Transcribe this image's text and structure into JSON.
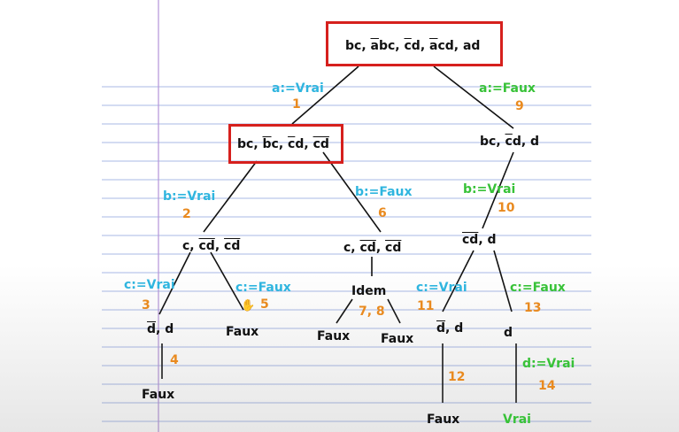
{
  "tree": {
    "root": {
      "parts": [
        {
          "t": "bc, "
        },
        {
          "t": "a",
          "o": true
        },
        {
          "t": "bc, "
        },
        {
          "t": "c",
          "o": true
        },
        {
          "t": "d, "
        },
        {
          "t": "a",
          "o": true
        },
        {
          "t": "cd, ad"
        }
      ]
    },
    "n_left": {
      "parts": [
        {
          "t": "bc, "
        },
        {
          "t": "b",
          "o": true
        },
        {
          "t": "c, "
        },
        {
          "t": "c",
          "o": true
        },
        {
          "t": "d, "
        },
        {
          "t": "cd",
          "o": true
        }
      ]
    },
    "n_right": {
      "parts": [
        {
          "t": "bc, "
        },
        {
          "t": "c",
          "o": true
        },
        {
          "t": "d, d"
        }
      ]
    },
    "n_ll": {
      "parts": [
        {
          "t": "c, "
        },
        {
          "t": "cd",
          "o": true
        },
        {
          "t": ", "
        },
        {
          "t": "cd",
          "o": true
        }
      ]
    },
    "n_lr": {
      "parts": [
        {
          "t": "c, "
        },
        {
          "t": "cd",
          "o": true
        },
        {
          "t": ", "
        },
        {
          "t": "cd",
          "o": true
        }
      ]
    },
    "n_rc": {
      "parts": [
        {
          "t": "cd",
          "o": true
        },
        {
          "t": ", d"
        }
      ]
    },
    "n_lll": {
      "parts": [
        {
          "t": "d",
          "o": true
        },
        {
          "t": ", d"
        }
      ]
    },
    "n_llr": {
      "parts": [
        {
          "t": "Faux"
        }
      ]
    },
    "n_idem": {
      "parts": [
        {
          "t": "Idem"
        }
      ]
    },
    "n_idem_l": {
      "parts": [
        {
          "t": "Faux"
        }
      ]
    },
    "n_idem_r": {
      "parts": [
        {
          "t": "Faux"
        }
      ]
    },
    "n_rcl": {
      "parts": [
        {
          "t": "d",
          "o": true
        },
        {
          "t": ", d"
        }
      ]
    },
    "n_rcr": {
      "parts": [
        {
          "t": "d"
        }
      ]
    },
    "n_llll": {
      "parts": [
        {
          "t": "Faux"
        }
      ]
    },
    "n_rcll": {
      "parts": [
        {
          "t": "Faux"
        }
      ]
    },
    "n_rcrr": {
      "parts": [
        {
          "t": "Vrai"
        }
      ]
    }
  },
  "labels": {
    "a_vrai": "a:=Vrai",
    "n1": "1",
    "a_faux": "a:=Faux",
    "n9": "9",
    "b_vrai": "b:=Vrai",
    "n2": "2",
    "b_faux": "b:=Faux",
    "n6": "6",
    "b_vrai_r": "b:=Vrai",
    "n10": "10",
    "c_vrai_l": "c:=Vrai",
    "n3": "3",
    "c_faux_l": "c:=Faux",
    "n5": "5",
    "n78": "7, 8",
    "c_vrai_r": "c:=Vrai",
    "n11": "11",
    "c_faux_r": "c:=Faux",
    "n13": "13",
    "n4": "4",
    "n12": "12",
    "d_vrai": "d:=Vrai",
    "n14": "14"
  },
  "colors": {
    "cyan": "#2fb5df",
    "green": "#38c238",
    "orange": "#e98a1f",
    "highlight": "#d6201d",
    "rule": "#a9b9e6",
    "margin": "#b494d8"
  }
}
